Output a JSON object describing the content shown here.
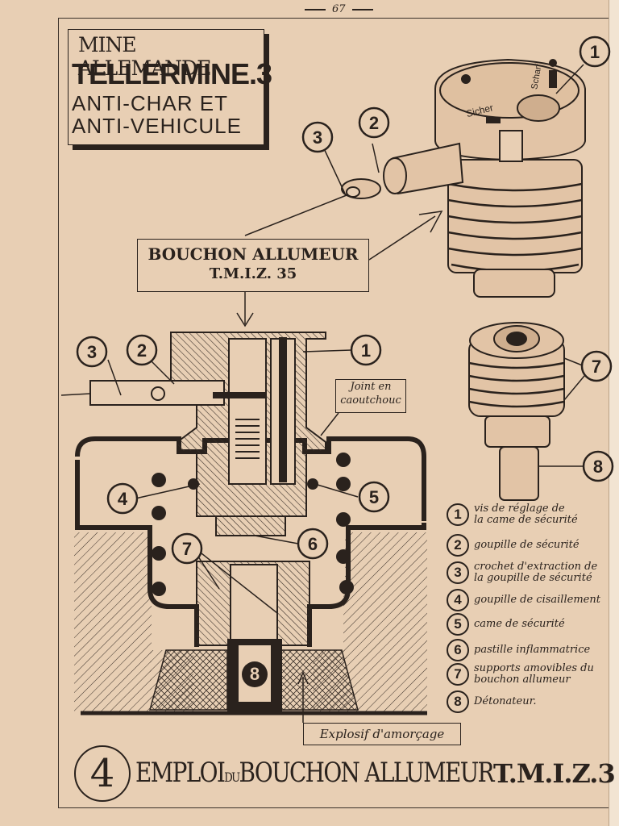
{
  "page_number": "67",
  "title": {
    "line1": "MINE ALLEMANDE",
    "line2": "TELLERMINE.3",
    "line3": "ANTI-CHAR ET",
    "line4": "ANTI-VEHICULE"
  },
  "main_label": {
    "line1": "BOUCHON ALLUMEUR",
    "line2": "T.M.I.Z. 35"
  },
  "fuze_markings": {
    "safe": "Sicher",
    "armed": "Scharf"
  },
  "joint_label": "Joint en caoutchouc",
  "explosif_label": "Explosif d'amorçage",
  "callout_numbers": [
    "1",
    "2",
    "3",
    "4",
    "5",
    "6",
    "7",
    "8"
  ],
  "legend": [
    {
      "num": "1",
      "text": "vis de réglage de\nla came de sécurité"
    },
    {
      "num": "2",
      "text": "goupille de sécurité"
    },
    {
      "num": "3",
      "text": "crochet d'extraction de\nla goupille de sécurité"
    },
    {
      "num": "4",
      "text": "goupille de cisaillement"
    },
    {
      "num": "5",
      "text": "came de sécurité"
    },
    {
      "num": "6",
      "text": "pastille inflammatrice"
    },
    {
      "num": "7",
      "text": "supports amovibles du\nbouchon allumeur"
    },
    {
      "num": "8",
      "text": "Détonateur."
    }
  ],
  "footer": {
    "plate_number": "4",
    "emploi": "EMPLOI",
    "du": "DU",
    "bouchon": "BOUCHON ALLUMEUR",
    "code": "T.M.I.Z.3"
  }
}
